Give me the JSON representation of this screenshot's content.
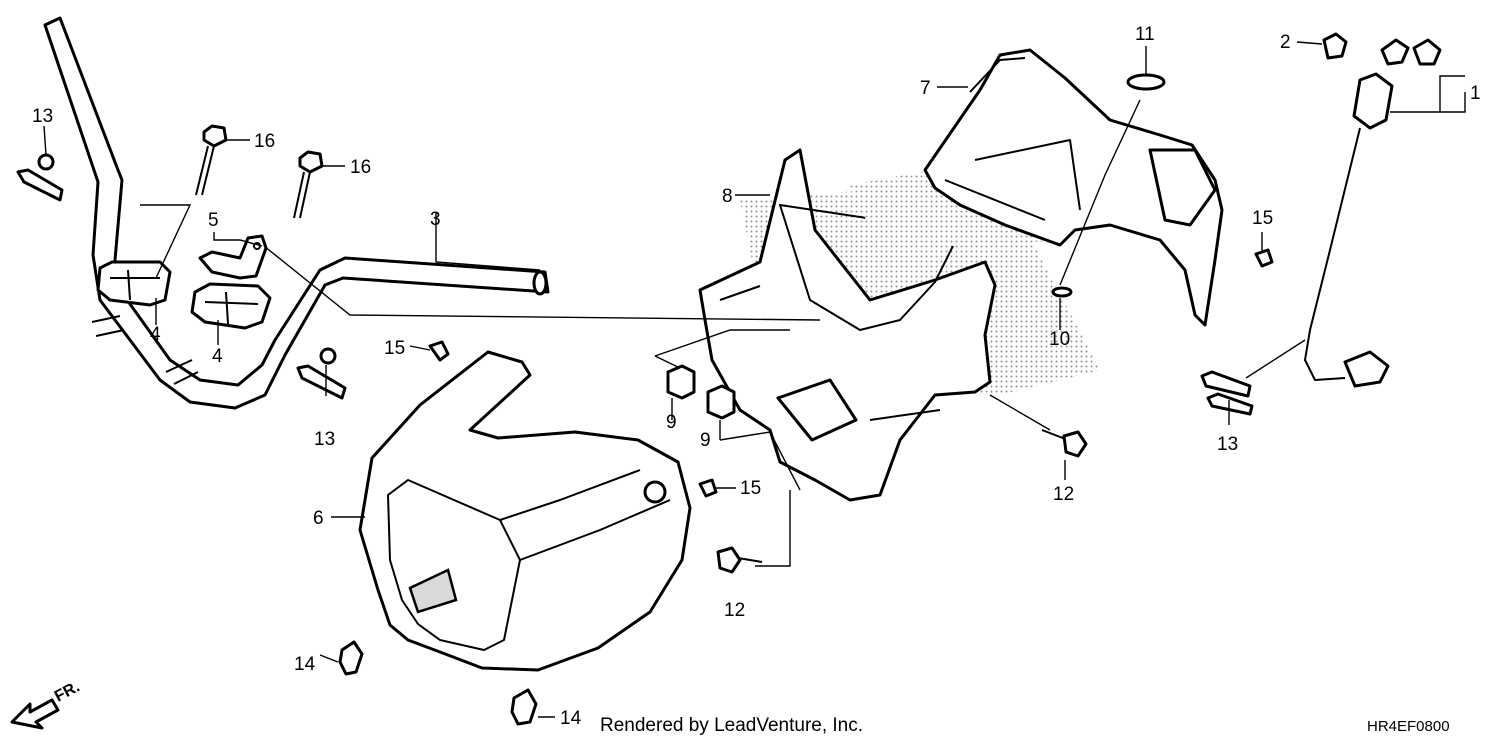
{
  "callouts": {
    "c1": "1",
    "c2": "2",
    "c3": "3",
    "c4a": "4",
    "c4b": "4",
    "c5": "5",
    "c6": "6",
    "c7": "7",
    "c8": "8",
    "c9a": "9",
    "c9b": "9",
    "c10": "10",
    "c11": "11",
    "c12a": "12",
    "c12b": "12",
    "c13a": "13",
    "c13b": "13",
    "c13c": "13",
    "c14a": "14",
    "c14b": "14",
    "c15a": "15",
    "c15b": "15",
    "c15c": "15",
    "c16a": "16",
    "c16b": "16"
  },
  "footer": {
    "credit": "Rendered by LeadVenture, Inc.",
    "diagram_code": "HR4EF0800",
    "front_marker": "FR."
  },
  "colors": {
    "line": "#000000",
    "background": "#ffffff",
    "shading": "#9a9a9a"
  }
}
